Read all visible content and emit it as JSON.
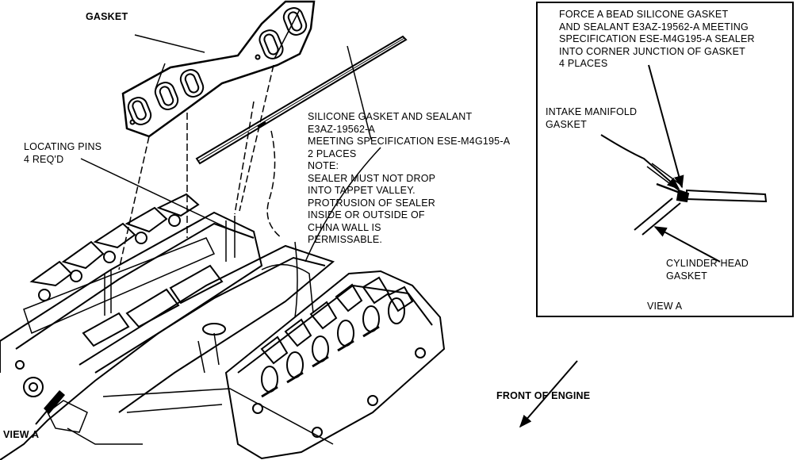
{
  "main_view": {
    "gasket_label": "GASKET",
    "locating_pins_label": [
      "LOCATING PINS",
      "4 REQ'D"
    ],
    "sealant_note": [
      "SILICONE GASKET AND SEALANT",
      "E3AZ-19562-A",
      "MEETING SPECIFICATION ESE-M4G195-A",
      "2 PLACES",
      "NOTE:",
      "SEALER MUST NOT DROP",
      "INTO TAPPET VALLEY.",
      "PROTRUSION OF SEALER",
      "INSIDE OR OUTSIDE OF",
      "CHINA WALL IS",
      "PERMISSABLE."
    ],
    "view_a_callout": "VIEW A",
    "front_of_engine_label": "FRONT OF ENGINE"
  },
  "inset": {
    "force_bead_note": [
      "FORCE A BEAD SILICONE GASKET",
      "AND SEALANT E3AZ-19562-A MEETING",
      "SPECIFICATION ESE-M4G195-A SEALER",
      "INTO CORNER JUNCTION OF GASKET",
      "4 PLACES"
    ],
    "intake_manifold_gasket_label": [
      "INTAKE MANIFOLD",
      "GASKET"
    ],
    "cylinder_head_gasket_label": [
      "CYLINDER HEAD",
      "GASKET"
    ],
    "view_title": "VIEW A"
  },
  "colors": {
    "ink": "#000000",
    "paper": "#ffffff"
  }
}
